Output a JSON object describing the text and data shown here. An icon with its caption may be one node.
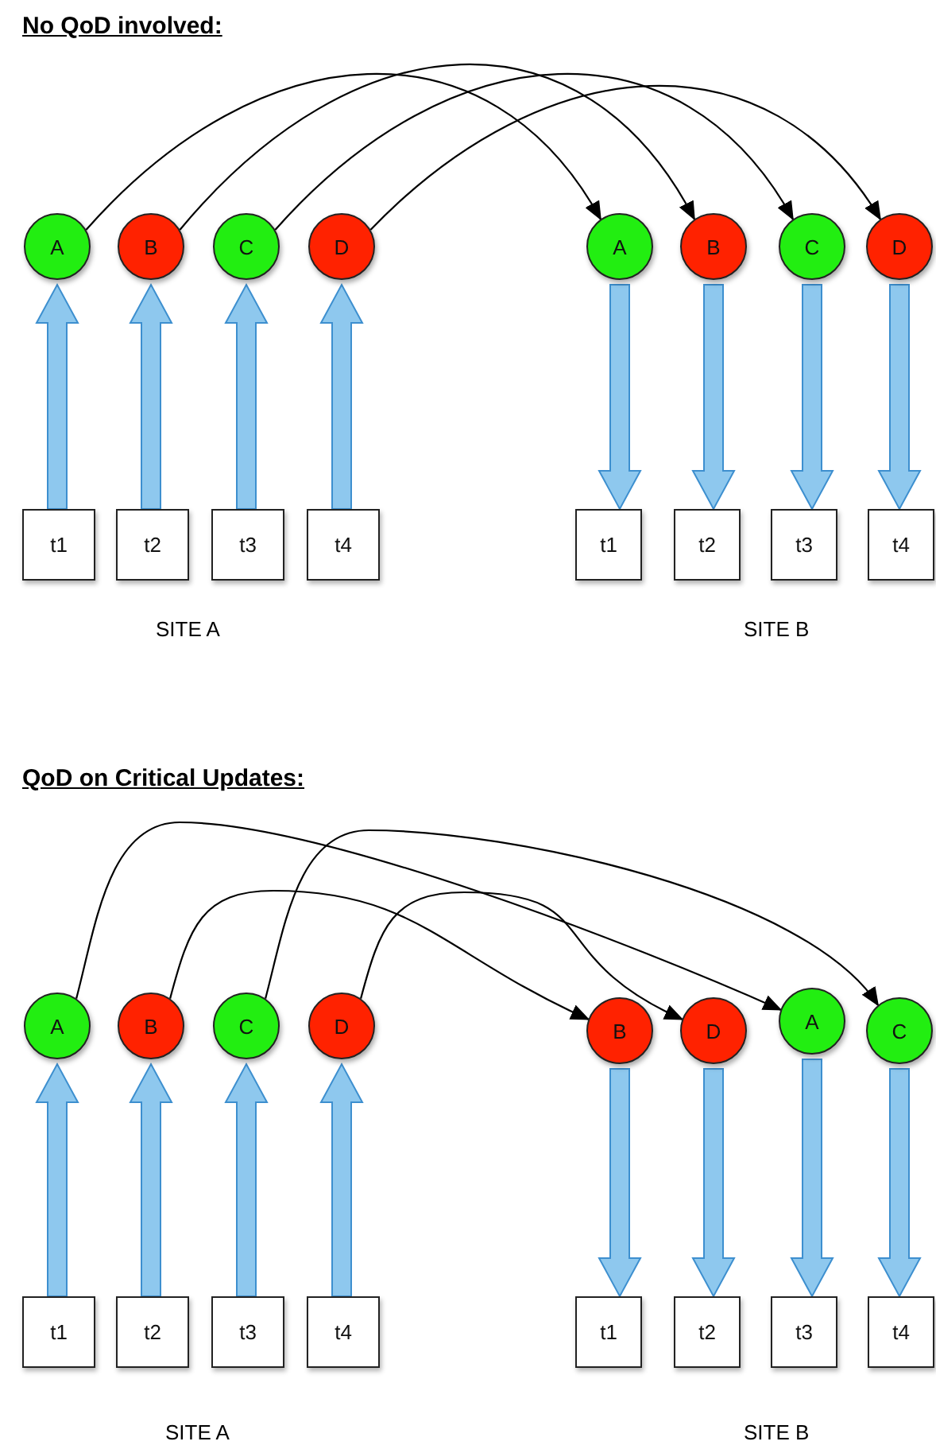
{
  "diagram": {
    "nodes": [
      {
        "text": [
          "A"
        ]
      },
      {
        "text": [
          "B"
        ]
      },
      {
        "text": [
          "C"
        ]
      },
      {
        "text": [
          "D"
        ]
      },
      {
        "text": [
          "A"
        ]
      },
      {
        "text": [
          "B"
        ]
      },
      {
        "text": [
          "C"
        ]
      },
      {
        "text": [
          "D"
        ]
      },
      {
        "text": [
          "t1"
        ]
      },
      {
        "text": [
          "t2"
        ]
      },
      {
        "text": [
          "t3"
        ]
      },
      {
        "text": [
          "t4"
        ]
      },
      {
        "text": [
          "t1"
        ]
      },
      {
        "text": [
          "t2"
        ]
      },
      {
        "text": [
          "t3"
        ]
      },
      {
        "text": [
          "t4"
        ]
      },
      {
        "text": [
          "A"
        ]
      },
      {
        "text": [
          "B"
        ]
      },
      {
        "text": [
          "C"
        ]
      },
      {
        "text": [
          "D"
        ]
      },
      {
        "text": [
          "B"
        ]
      },
      {
        "text": [
          "D"
        ]
      },
      {
        "text": [
          "A"
        ]
      },
      {
        "text": [
          "C"
        ]
      },
      {
        "text": [
          "t1"
        ]
      },
      {
        "text": [
          "t2"
        ]
      },
      {
        "text": [
          "t3"
        ]
      },
      {
        "text": [
          "t4"
        ]
      },
      {
        "text": [
          "t1"
        ]
      },
      {
        "text": [
          "t2"
        ]
      },
      {
        "text": [
          "t3"
        ]
      },
      {
        "text": [
          "t4"
        ]
      }
    ],
    "edges": [
      {
        "from": 0,
        "to": 4,
        "arrow": "to"
      },
      {
        "from": 1,
        "to": 5,
        "arrow": "to"
      },
      {
        "from": 2,
        "to": 6,
        "arrow": "to"
      },
      {
        "from": 3,
        "to": 7,
        "arrow": "to"
      },
      {
        "from": 8,
        "to": 0,
        "arrow": "to",
        "style": "thick",
        "color": "#8ec8ee"
      },
      {
        "from": 9,
        "to": 1,
        "arrow": "to",
        "style": "thick",
        "color": "#8ec8ee"
      },
      {
        "from": 10,
        "to": 2,
        "arrow": "to",
        "style": "thick",
        "color": "#8ec8ee"
      },
      {
        "from": 11,
        "to": 3,
        "arrow": "to",
        "style": "thick",
        "color": "#8ec8ee"
      },
      {
        "from": 4,
        "to": 12,
        "arrow": "to",
        "style": "thick",
        "color": "#8ec8ee"
      },
      {
        "from": 5,
        "to": 13,
        "arrow": "to",
        "style": "thick",
        "color": "#8ec8ee"
      },
      {
        "from": 6,
        "to": 14,
        "arrow": "to",
        "style": "thick",
        "color": "#8ec8ee"
      },
      {
        "from": 7,
        "to": 15,
        "arrow": "to",
        "style": "thick",
        "color": "#8ec8ee"
      },
      {
        "from": 16,
        "to": 22,
        "arrow": "to"
      },
      {
        "from": 17,
        "to": 20,
        "arrow": "to"
      },
      {
        "from": 18,
        "to": 23,
        "arrow": "to"
      },
      {
        "from": 19,
        "to": 21,
        "arrow": "to"
      },
      {
        "from": 24,
        "to": 16,
        "arrow": "to",
        "style": "thick",
        "color": "#8ec8ee"
      },
      {
        "from": 25,
        "to": 17,
        "arrow": "to",
        "style": "thick",
        "color": "#8ec8ee"
      },
      {
        "from": 26,
        "to": 18,
        "arrow": "to",
        "style": "thick",
        "color": "#8ec8ee"
      },
      {
        "from": 27,
        "to": 19,
        "arrow": "to",
        "style": "thick",
        "color": "#8ec8ee"
      },
      {
        "from": 20,
        "to": 28,
        "arrow": "to",
        "style": "thick",
        "color": "#8ec8ee"
      },
      {
        "from": 21,
        "to": 29,
        "arrow": "to",
        "style": "thick",
        "color": "#8ec8ee"
      },
      {
        "from": 22,
        "to": 30,
        "arrow": "to",
        "style": "thick",
        "color": "#8ec8ee"
      },
      {
        "from": 23,
        "to": 31,
        "arrow": "to",
        "style": "thick",
        "color": "#8ec8ee"
      }
    ],
    "labels": [
      "No QoD involved:",
      "SITE A",
      "SITE B",
      "QoD on Critical Updates:",
      "SITE A",
      "SITE B"
    ]
  }
}
